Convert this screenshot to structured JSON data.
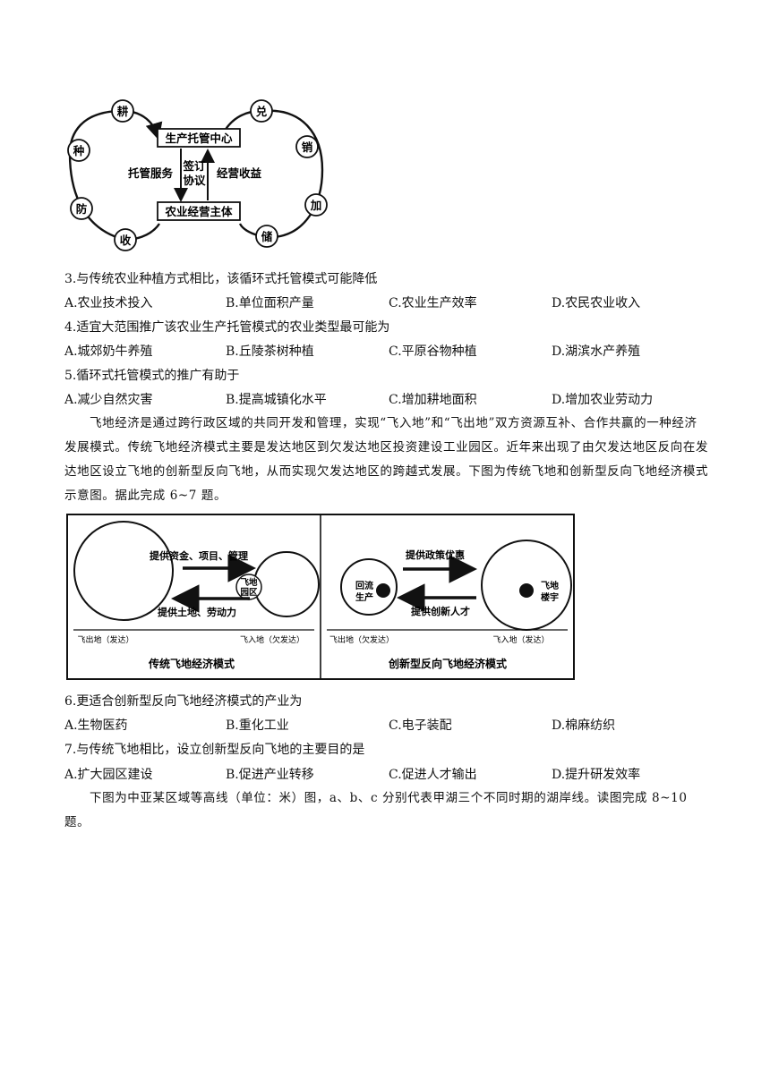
{
  "diagram1": {
    "center_top": "生产托管中心",
    "center_bottom": "农业经营主体",
    "left_label": "托管服务",
    "mid_label_1": "签订",
    "mid_label_2": "协议",
    "right_label": "经营收益",
    "left_nodes": [
      "耕",
      "种",
      "防",
      "收"
    ],
    "right_nodes": [
      "兑",
      "销",
      "加",
      "储"
    ]
  },
  "q3": {
    "stem": "3.与传统农业种植方式相比，该循环式托管模式可能降低",
    "options": [
      "A.农业技术投入",
      "B.单位面积产量",
      "C.农业生产效率",
      "D.农民农业收入"
    ]
  },
  "q4": {
    "stem": "4.适宜大范围推广该农业生产托管模式的农业类型最可能为",
    "options": [
      "A.城郊奶牛养殖",
      "B.丘陵茶树种植",
      "C.平原谷物种植",
      "D.湖滨水产养殖"
    ]
  },
  "q5": {
    "stem": "5.循环式托管模式的推广有助于",
    "options": [
      "A.减少自然灾害",
      "B.提高城镇化水平",
      "C.增加耕地面积",
      "D.增加农业劳动力"
    ]
  },
  "passage1": "飞地经济是通过跨行政区域的共同开发和管理，实现“飞入地”和“飞出地”双方资源互补、合作共赢的一种经济发展模式。传统飞地经济模式主要是发达地区到欠发达地区投资建设工业园区。近年来出现了由欠发达地区反向在发达地区设立飞地的创新型反向飞地，从而实现欠发达地区的跨越式发展。下图为传统飞地和创新型反向飞地经济模式示意图。据此完成 6~7 题。",
  "diagram2": {
    "left": {
      "arrow_top": "提供资金、项目、管理",
      "arrow_bottom": "提供土地、劳动力",
      "inner_label_1": "飞地",
      "inner_label_2": "园区",
      "place_left": "飞出地（发达）",
      "place_right": "飞入地（欠发达）",
      "caption": "传统飞地经济模式"
    },
    "right": {
      "arrow_top": "提供政策优惠",
      "arrow_bottom": "提供创新人才",
      "left_inner_1": "回流",
      "left_inner_2": "生产",
      "right_inner_1": "飞地",
      "right_inner_2": "楼宇",
      "place_left": "飞出地（欠发达）",
      "place_right": "飞入地（发达）",
      "caption": "创新型反向飞地经济模式"
    }
  },
  "q6": {
    "stem": "6.更适合创新型反向飞地经济模式的产业为",
    "options": [
      "A.生物医药",
      "B.重化工业",
      "C.电子装配",
      "D.棉麻纺织"
    ]
  },
  "q7": {
    "stem": "7.与传统飞地相比，设立创新型反向飞地的主要目的是",
    "options": [
      "A.扩大园区建设",
      "B.促进产业转移",
      "C.促进人才输出",
      "D.提升研发效率"
    ]
  },
  "passage2": "下图为中亚某区域等高线（单位：米）图，a、b、c 分别代表甲湖三个不同时期的湖岸线。读图完成 8~10 题。"
}
